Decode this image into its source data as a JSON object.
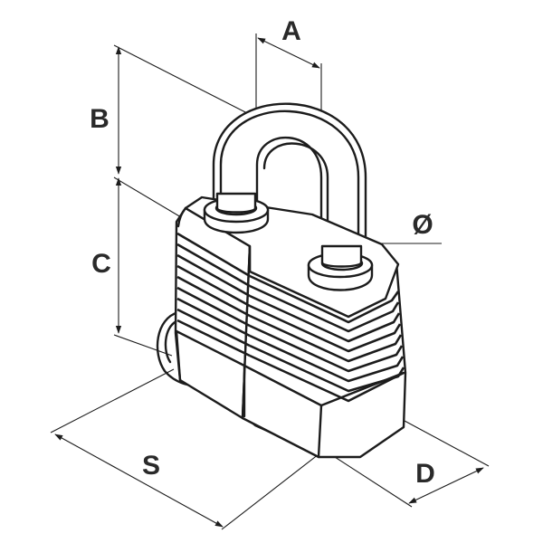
{
  "labels": {
    "a": "A",
    "b": "B",
    "c": "C",
    "d": "D",
    "s": "S",
    "diameter": "Ø"
  },
  "colors": {
    "line": "#1c1c1c",
    "text": "#2a2a2a",
    "background": "#ffffff"
  }
}
